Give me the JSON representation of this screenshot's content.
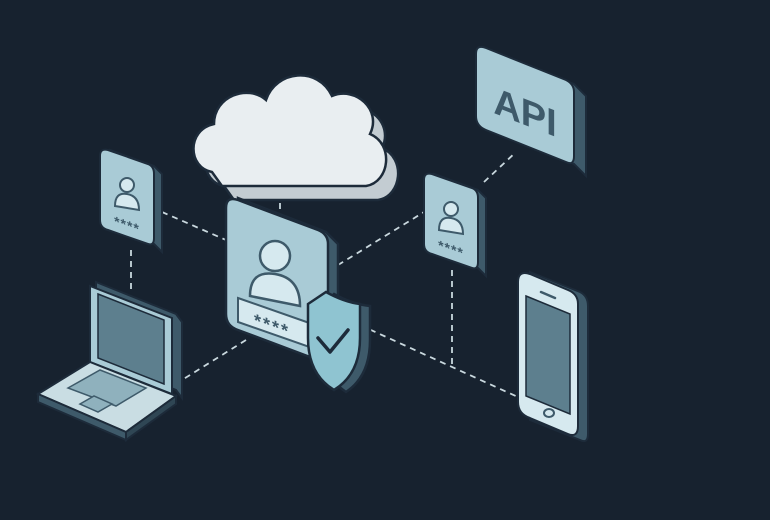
{
  "diagram": {
    "api_label": "API",
    "password_mask": "****",
    "colors": {
      "background": "#17222f",
      "outline": "#1d2b3a",
      "card_face": "#a9cbd6",
      "card_side": "#3e5a6a",
      "icon_light": "#d6e9ef",
      "cloud": "#e9eef1",
      "connector": "#c9d8de",
      "shield": "#8fc4d1",
      "screen": "#5d7f8e"
    },
    "nodes": [
      {
        "id": "cloud",
        "icon": "cloud-icon"
      },
      {
        "id": "central-identity",
        "icon": "user-icon"
      },
      {
        "id": "security",
        "icon": "shield-check-icon"
      },
      {
        "id": "left-credential",
        "icon": "user-icon"
      },
      {
        "id": "right-credential",
        "icon": "user-icon"
      },
      {
        "id": "api",
        "icon": "api-icon"
      },
      {
        "id": "laptop",
        "icon": "laptop-icon"
      },
      {
        "id": "phone",
        "icon": "smartphone-icon"
      }
    ]
  }
}
